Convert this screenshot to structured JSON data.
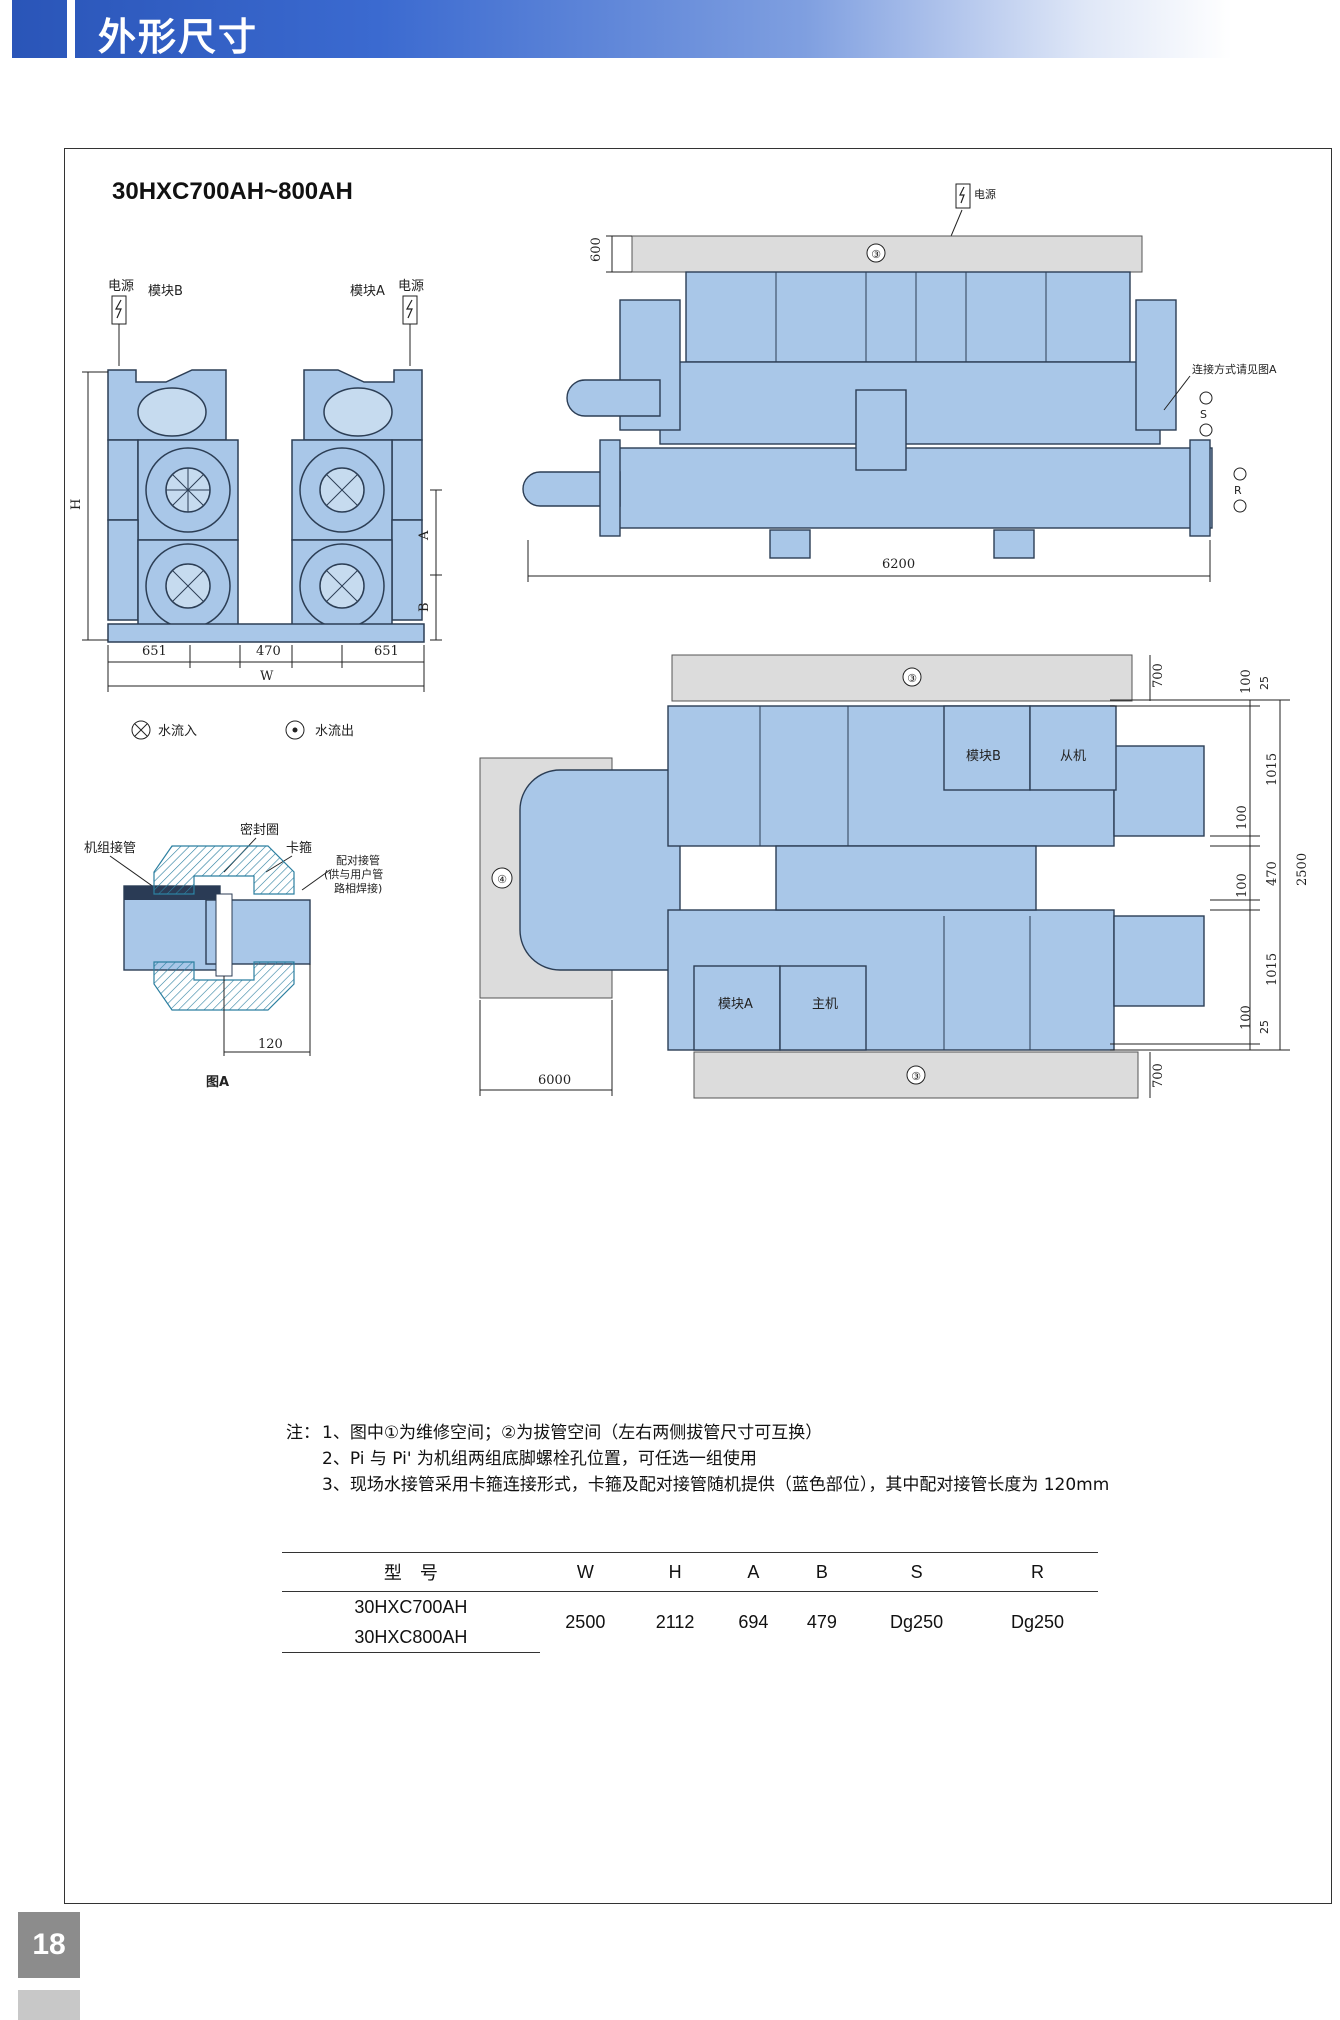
{
  "header": {
    "title": "外形尺寸"
  },
  "drawing": {
    "model_title": "30HXC700AH~800AH",
    "side_view": {
      "power_left": "电源",
      "module_b": "模块B",
      "module_a": "模块A",
      "power_right": "电源",
      "dim_h": "H",
      "dim_a": "A",
      "dim_b": "B",
      "dim_651_left": "651",
      "dim_470": "470",
      "dim_651_right": "651",
      "dim_w": "W",
      "legend_in": "水流入",
      "legend_out": "水流出"
    },
    "front_view": {
      "power": "电源",
      "dim_600": "600",
      "circle_3": "③",
      "conn_note": "连接方式请见图A",
      "label_s": "S",
      "label_r": "R",
      "dim_6200": "6200"
    },
    "top_view": {
      "circle_3_top": "③",
      "circle_3_bottom": "③",
      "circle_4": "④",
      "dim_700_top": "700",
      "dim_700_bottom": "700",
      "dim_6000": "6000",
      "module_b": "模块B",
      "slave": "从机",
      "module_a": "模块A",
      "master": "主机",
      "dim_100_a": "100",
      "dim_25_a": "25",
      "dim_1015_a": "1015",
      "dim_100_b": "100",
      "dim_470": "470",
      "dim_2500": "2500",
      "dim_100_c": "100",
      "dim_1015_b": "1015",
      "dim_100_d": "100",
      "dim_25_b": "25"
    },
    "figure_a": {
      "unit_pipe": "机组接管",
      "seal_ring": "密封圈",
      "clamp": "卡箍",
      "mate_pipe_1": "配对接管",
      "mate_pipe_2": "(供与用户管",
      "mate_pipe_3": "路相焊接)",
      "dim_120": "120",
      "caption": "图A"
    }
  },
  "notes": {
    "prefix": "注：",
    "items": [
      "1、图中①为维修空间；②为拔管空间（左右两侧拔管尺寸可互换）",
      "2、Pi 与 Pi' 为机组两组底脚螺栓孔位置，可任选一组使用",
      "3、现场水接管采用卡箍连接形式，卡箍及配对接管随机提供（蓝色部位），其中配对接管长度为 120mm"
    ]
  },
  "spec_table": {
    "headers": [
      "型　号",
      "W",
      "H",
      "A",
      "B",
      "S",
      "R"
    ],
    "models": [
      "30HXC700AH",
      "30HXC800AH"
    ],
    "values": [
      "2500",
      "2112",
      "694",
      "479",
      "Dg250",
      "Dg250"
    ]
  },
  "page_number": "18",
  "colors": {
    "header_blue": "#2a55b8",
    "unit_blue": "#a9c7e8",
    "unit_outline": "#2c3e55",
    "panel_gray": "#dcdcdc"
  }
}
